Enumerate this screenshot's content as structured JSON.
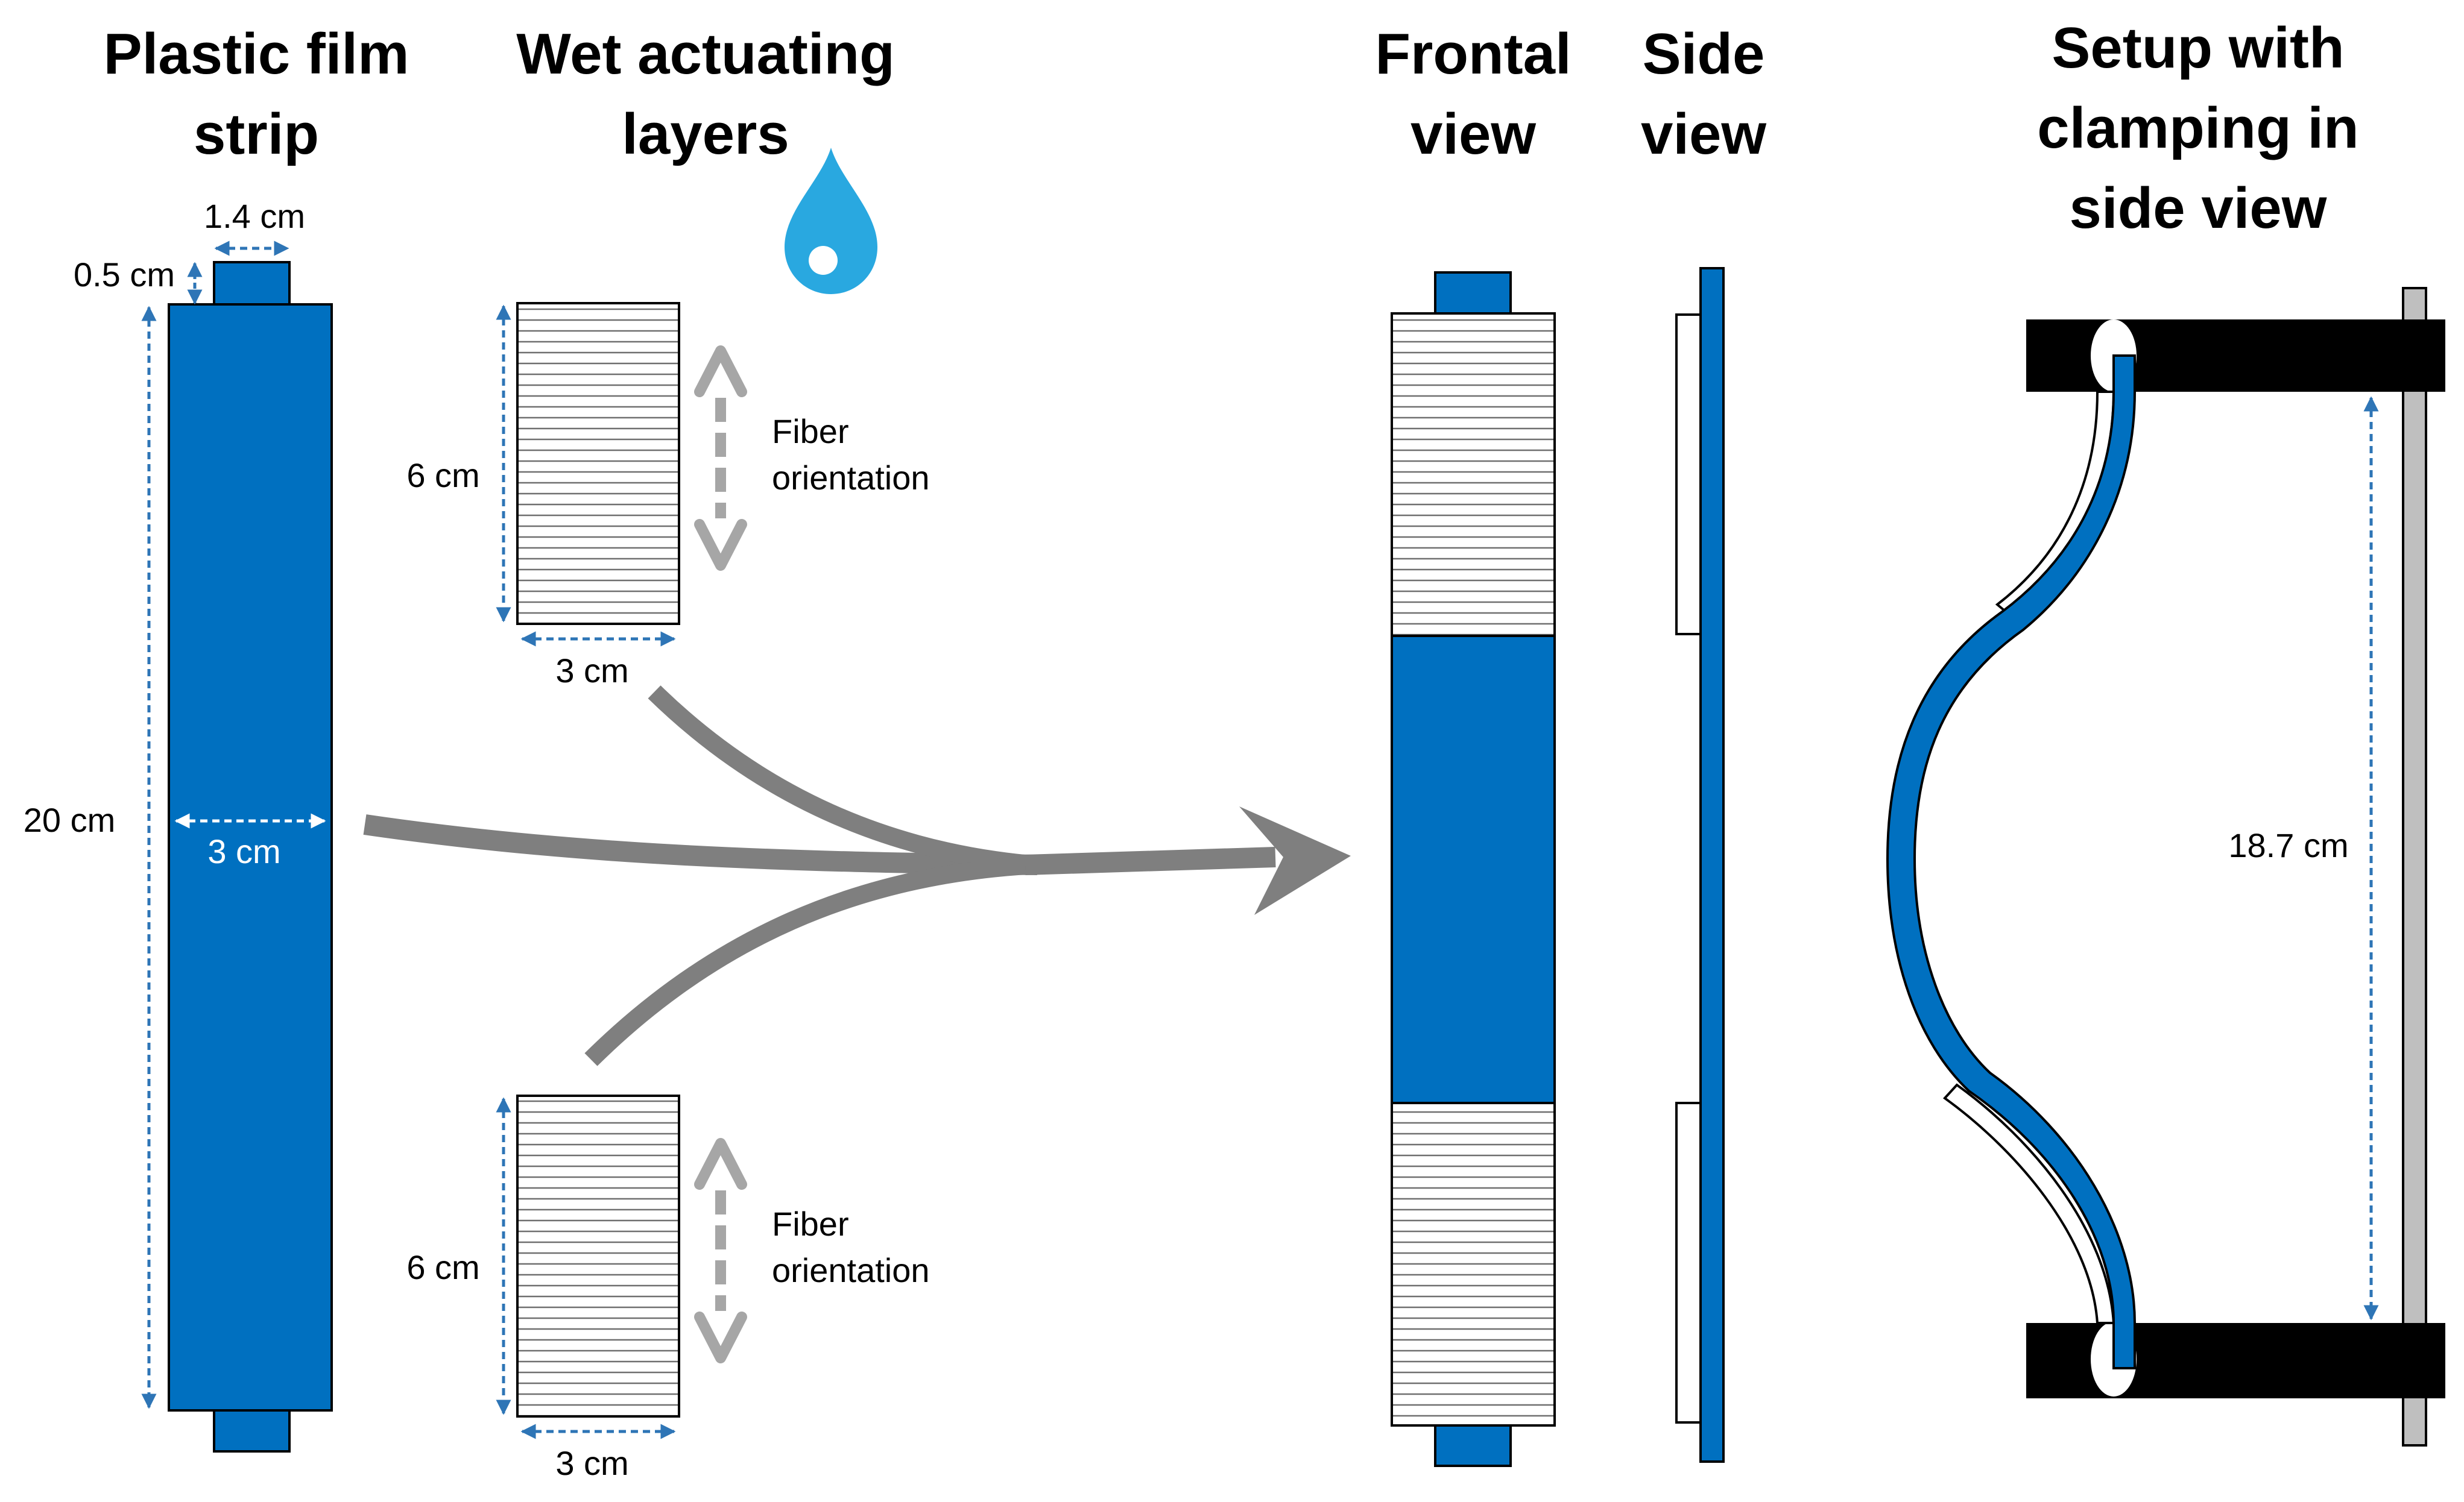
{
  "titles": {
    "plastic_film_strip": [
      "Plastic film",
      "strip"
    ],
    "wet_actuating_layers": [
      "Wet actuating",
      "layers"
    ],
    "frontal_view": [
      "Frontal",
      "view"
    ],
    "side_view": [
      "Side",
      "view"
    ],
    "setup": [
      "Setup with",
      "clamping in",
      "side view"
    ]
  },
  "dimensions": {
    "tab_width": "1.4 cm",
    "tab_height": "0.5 cm",
    "strip_length": "20 cm",
    "strip_width": "3 cm",
    "layer_height_top": "6 cm",
    "layer_width_top": "3 cm",
    "layer_height_bottom": "6 cm",
    "layer_width_bottom": "3 cm",
    "clamp_distance": "18.7 cm"
  },
  "annotations": {
    "fiber_orientation_top": [
      "Fiber",
      "orientation"
    ],
    "fiber_orientation_bottom": [
      "Fiber",
      "orientation"
    ]
  },
  "icons": {
    "water_drop": "water-drop-icon"
  },
  "colors": {
    "film_blue": "#0070C0",
    "dimension_blue": "#2E75B6",
    "arrow_gray": "#7F7F7F",
    "fiber_arrow_gray": "#A6A6A6",
    "drop_blue": "#29A8E0",
    "clamp_black": "#000000",
    "rod_gray": "#BFBFBF"
  }
}
